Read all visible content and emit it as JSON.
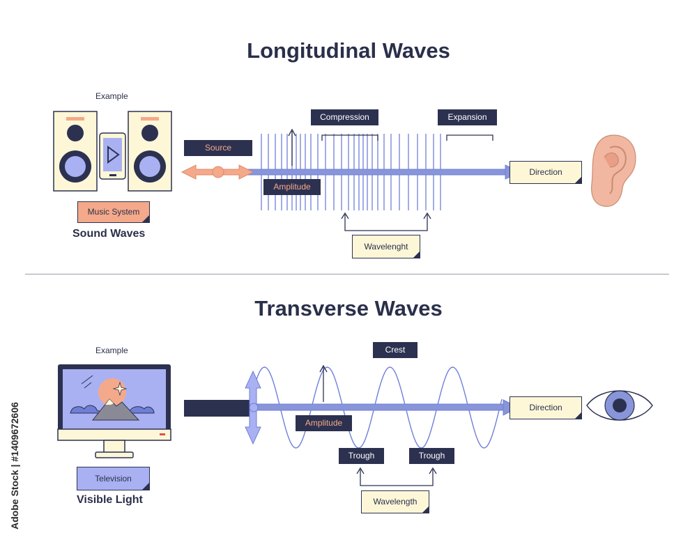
{
  "longitudinal": {
    "title": "Longitudinal Waves",
    "example_label": "Example",
    "device_tag": "Music System",
    "caption": "Sound Waves",
    "source_label": "Source",
    "compression_label": "Compression",
    "expansion_label": "Expansion",
    "amplitude_label": "Amplitude",
    "direction_label": "Direction",
    "wavelength_label": "Wavelenght"
  },
  "transverse": {
    "title": "Transverse Waves",
    "example_label": "Example",
    "device_tag": "Television",
    "caption": "Visible Light",
    "crest_label": "Crest",
    "amplitude_label": "Amplitude",
    "direction_label": "Direction",
    "trough_label_1": "Trough",
    "trough_label_2": "Trough",
    "wavelength_label": "Wavelength"
  },
  "watermark": {
    "side_text": "Adobe Stock | #1409672606"
  },
  "colors": {
    "navy": "#2c3150",
    "wave_blue": "#6f7fd8",
    "salmon": "#f4a98a",
    "lavender": "#a9b1f2",
    "cream": "#fdf7d8",
    "skin": "#f2b7a0"
  }
}
